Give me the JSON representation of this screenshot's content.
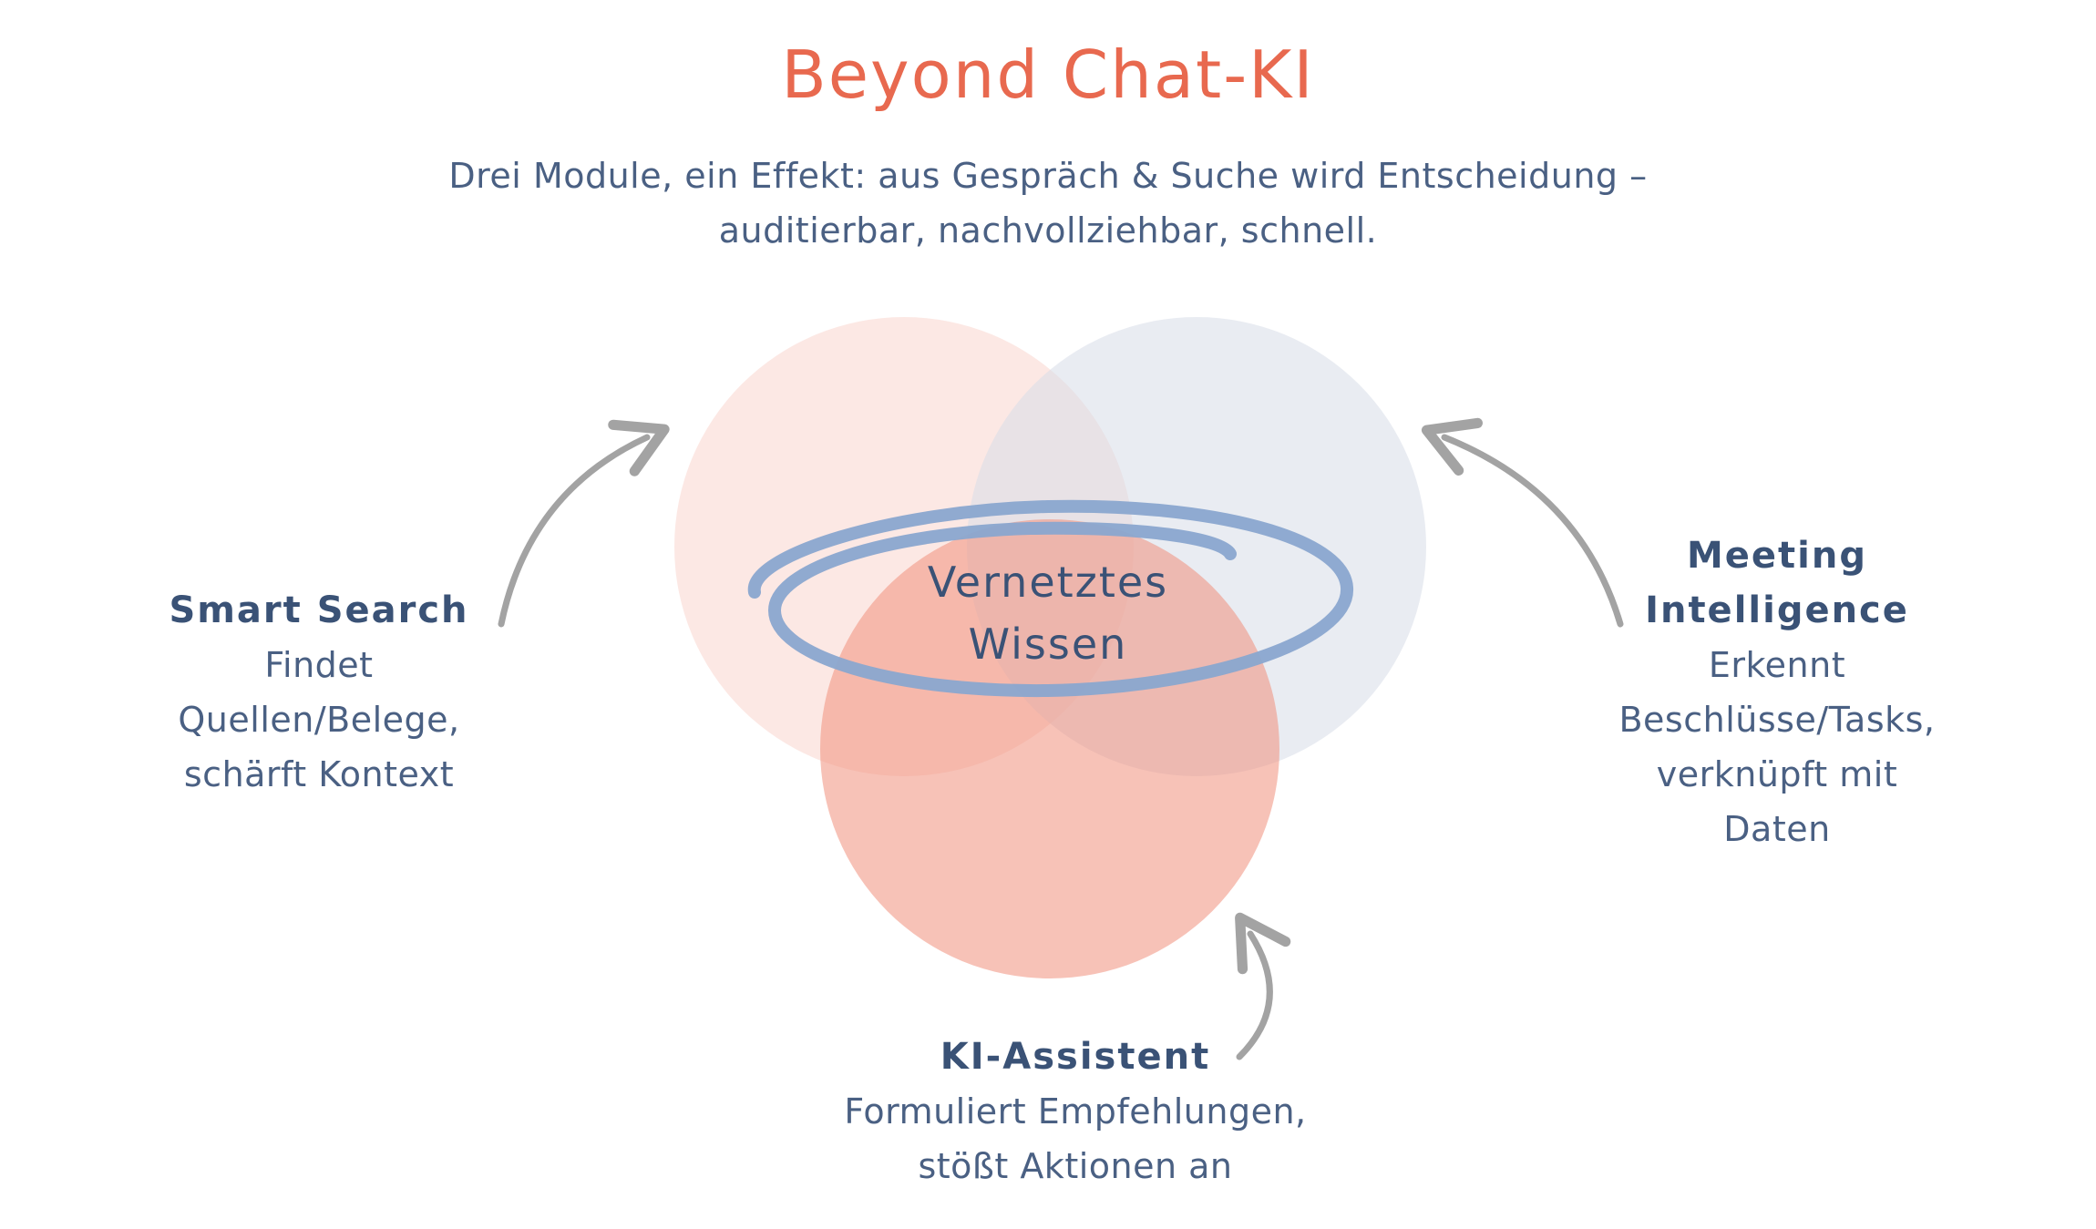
{
  "header": {
    "title": "Beyond Chat-KI",
    "subtitle_line1": "Drei Module, ein Effekt: aus Gespräch & Suche wird Entscheidung –",
    "subtitle_line2": "auditierbar, nachvollziehbar, schnell."
  },
  "center": {
    "label": "Vernetztes\nWissen"
  },
  "modules": {
    "smart_search": {
      "name": "Smart Search",
      "description": "Findet\nQuellen/Belege,\nschärft Kontext"
    },
    "meeting_intelligence": {
      "name": "Meeting\nIntelligence",
      "description": "Erkennt\nBeschlüsse/Tasks,\nverknüpft mit\nDaten"
    },
    "ki_assistent": {
      "name": "KI-Assistent",
      "description": "Formuliert Empfehlungen,\nstößt Aktionen an"
    }
  },
  "colors": {
    "title": "#e8694f",
    "text": "#3d5478",
    "circle_left": "#fbe4df",
    "circle_right": "#e5e9f0",
    "circle_bottom": "#f4a898",
    "spiral": "#8aa7cf",
    "arrow": "#a3a3a3"
  }
}
